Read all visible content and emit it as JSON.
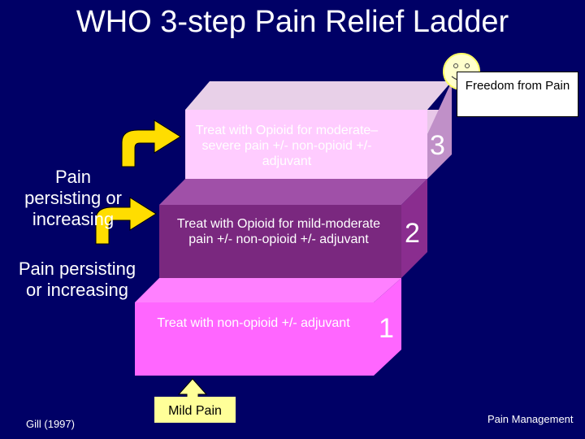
{
  "title": "WHO 3-step Pain Relief Ladder",
  "steps": [
    {
      "number": "3",
      "text": "Treat with Opioid for moderate–severe pain +/- non-opioid +/- adjuvant",
      "color": "#ffccff"
    },
    {
      "number": "2",
      "text": "Treat with Opioid for mild-moderate pain +/- non-opioid +/- adjuvant",
      "color": "#8b2c8f"
    },
    {
      "number": "1",
      "text": "Treat with non-opioid +/- adjuvant",
      "color": "#ff66ff"
    }
  ],
  "side_labels": [
    "Pain persisting or increasing",
    "Pain persisting or increasing"
  ],
  "freedom_label": "Freedom from Pain",
  "mild_pain": "Mild Pain",
  "citation": "Gill (1997)",
  "footer": "Pain Management",
  "icons": [
    "smiley-face-icon",
    "up-arrow-icon",
    "curved-arrow-icon"
  ]
}
